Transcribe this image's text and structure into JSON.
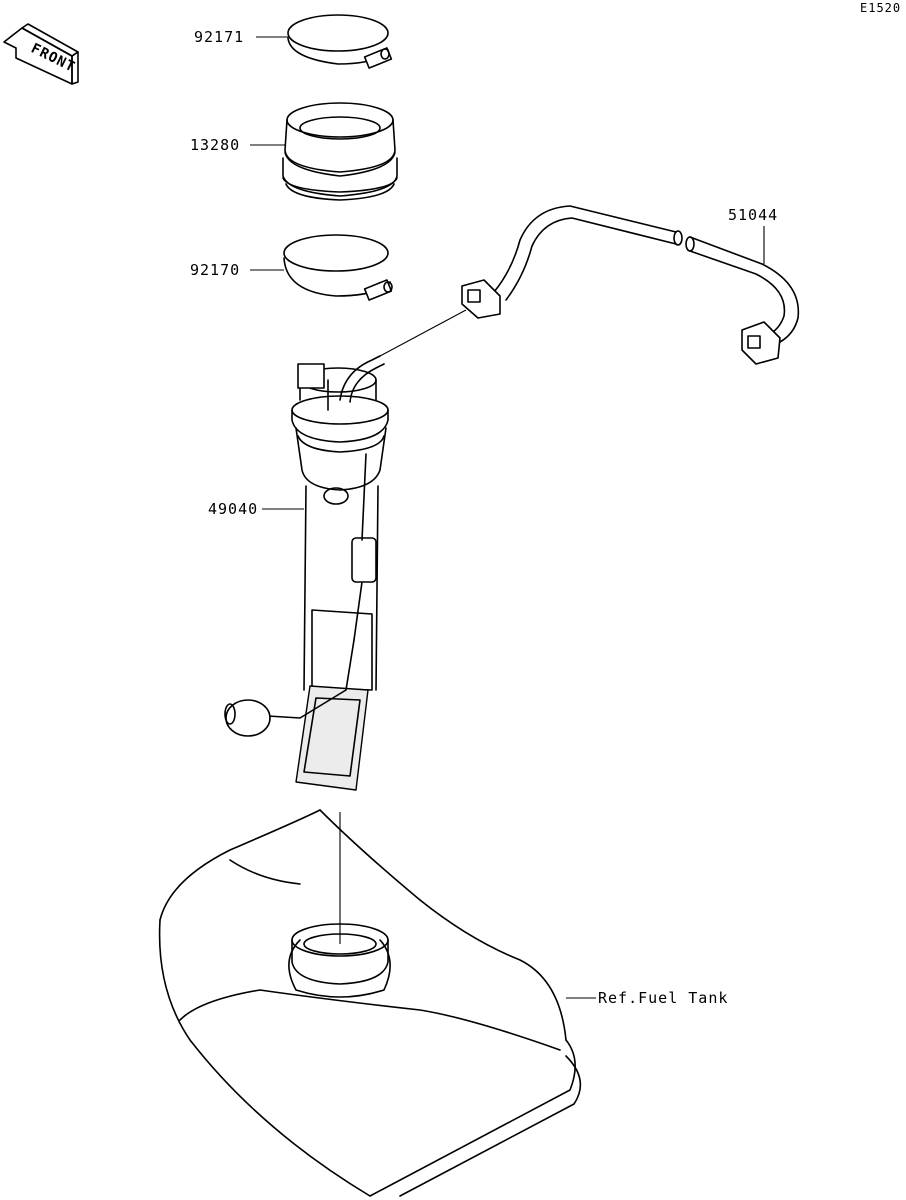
{
  "diagram_code": "E1520",
  "front_indicator": {
    "label": "FRONT",
    "icon": "front-arrow-icon"
  },
  "parts": [
    {
      "id": "band-top",
      "part_number": "92171"
    },
    {
      "id": "seal",
      "part_number": "13280"
    },
    {
      "id": "band-lower",
      "part_number": "92170"
    },
    {
      "id": "hose-harness",
      "part_number": "51044"
    },
    {
      "id": "fuel-pump",
      "part_number": "49040"
    }
  ],
  "reference": {
    "label": "Ref.Fuel Tank"
  }
}
